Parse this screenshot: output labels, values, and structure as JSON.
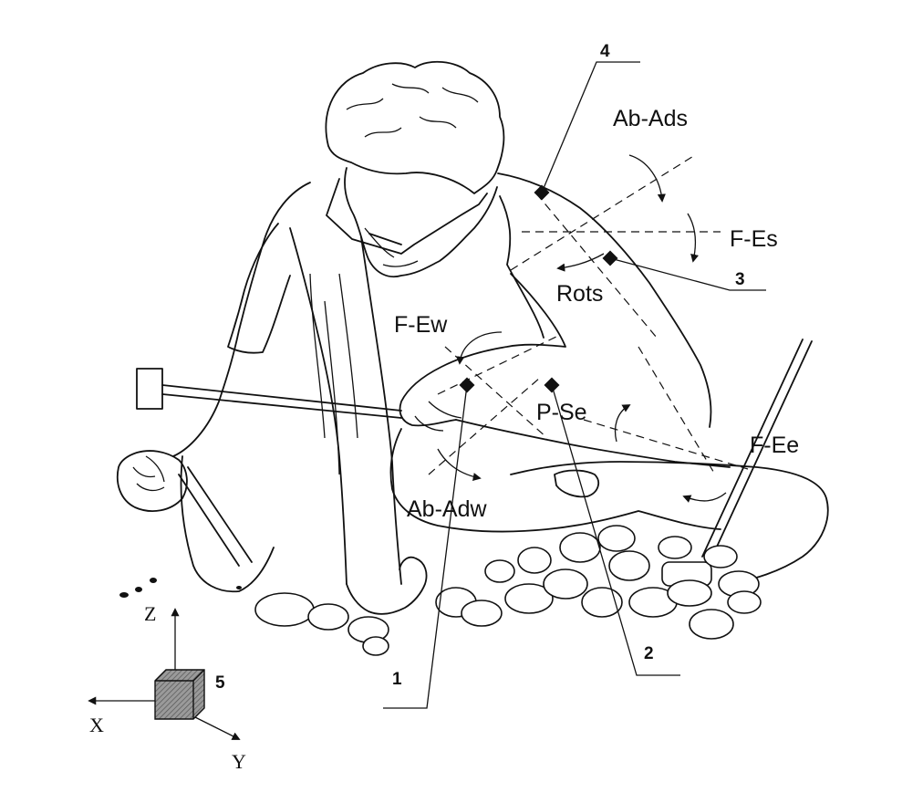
{
  "motion_labels": {
    "ab_ads": "Ab-Ads",
    "f_es": "F-Es",
    "rots": "Rots",
    "f_ew": "F-Ew",
    "p_se": "P-Se",
    "f_ee": "F-Ee",
    "ab_adw": "Ab-Adw"
  },
  "sensor_numbers": {
    "s1": "1",
    "s2": "2",
    "s3": "3",
    "s4": "4",
    "s5": "5"
  },
  "axes": {
    "x": "X",
    "y": "Y",
    "z": "Z"
  },
  "colors": {
    "ink": "#111111",
    "background": "#ffffff",
    "sensor_box": "#8a8a8a"
  },
  "icons": [
    "sensor-marker-icon",
    "rotation-arrow-icon",
    "coordinate-axes-icon",
    "reference-sensor-cube-icon"
  ]
}
